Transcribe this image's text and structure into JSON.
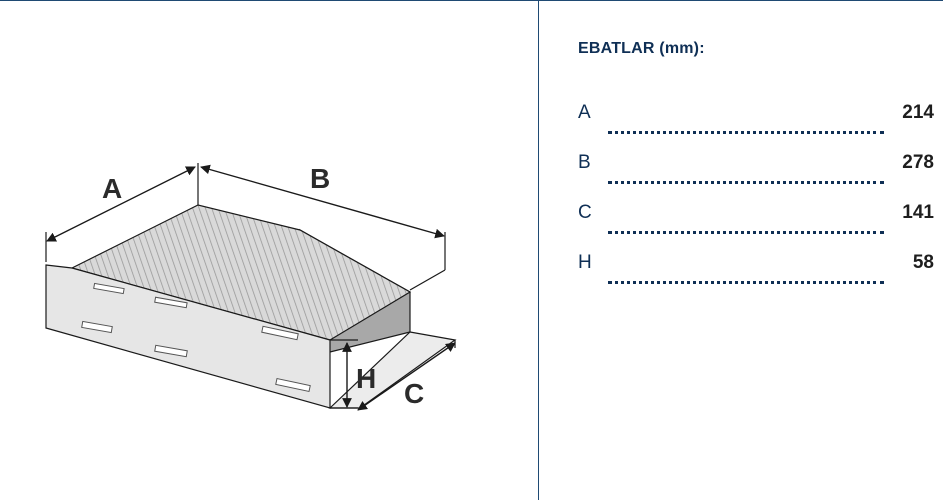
{
  "diagram": {
    "labels": {
      "a": "A",
      "b": "B",
      "h": "H",
      "c": "C"
    }
  },
  "specs": {
    "title": "EBATLAR (mm):",
    "rows": [
      {
        "letter": "A",
        "value": "214"
      },
      {
        "letter": "B",
        "value": "278"
      },
      {
        "letter": "C",
        "value": "141"
      },
      {
        "letter": "H",
        "value": "58"
      }
    ]
  },
  "colors": {
    "accent": "#0f2f55",
    "divider": "#1f4a73",
    "filter_face": "#e3e3e3",
    "filter_top": "#c8c8c8",
    "outline": "#1a1a1a"
  }
}
